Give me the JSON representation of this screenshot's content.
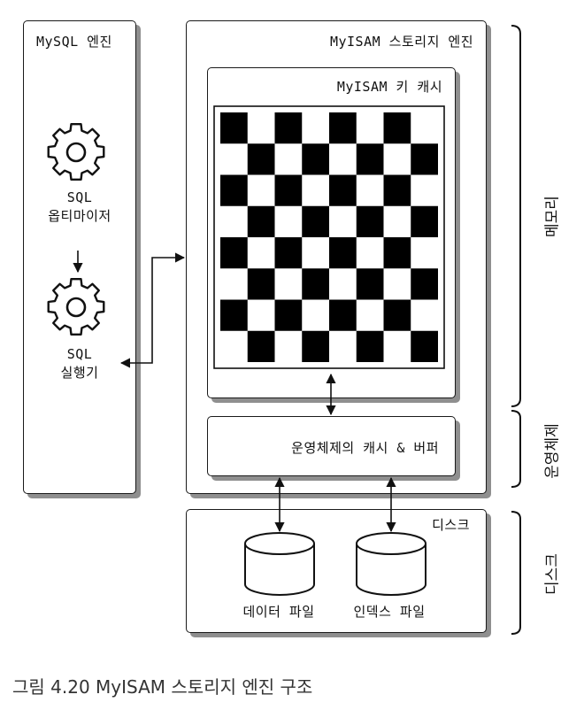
{
  "mysql_engine": {
    "title": "MySQL 엔진",
    "optimizer_line1": "SQL",
    "optimizer_line2": "옵티마이저",
    "executor_line1": "SQL",
    "executor_line2": "실행기"
  },
  "myisam_engine": {
    "title": "MyISAM 스토리지 엔진",
    "key_cache_title": "MyISAM 키 캐시",
    "os_cache_label": "운영체제의 캐시 & 버퍼"
  },
  "disk": {
    "title": "디스크",
    "data_file_label": "데이터 파일",
    "index_file_label": "인덱스 파일"
  },
  "brackets": {
    "memory": "메모리",
    "os": "운영체제",
    "disk": "디스크"
  },
  "caption": "그림 4.20 MyISAM 스토리지 엔진 구조"
}
